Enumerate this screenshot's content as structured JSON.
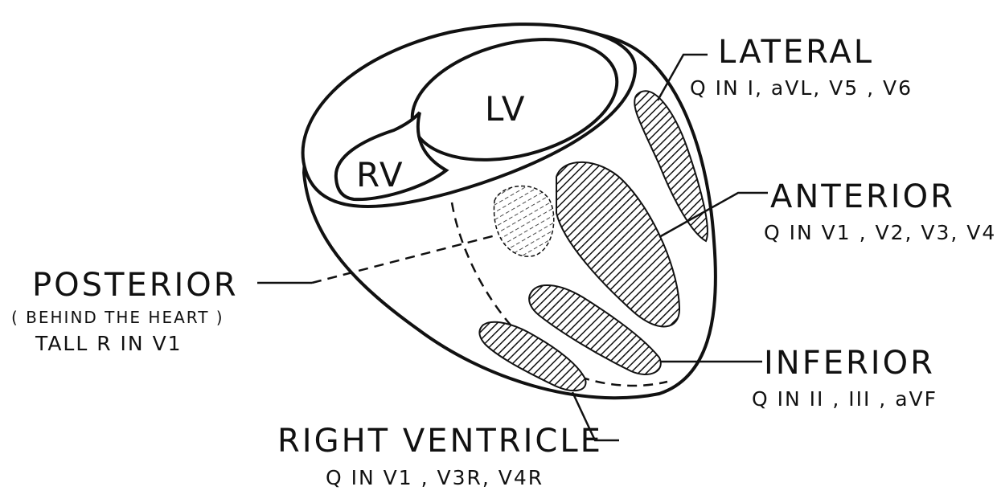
{
  "chambers": {
    "lv": "LV",
    "rv": "RV"
  },
  "regions": {
    "lateral": {
      "name": "LATERAL",
      "leads": "Q IN I, aVL, V5 , V6"
    },
    "anterior": {
      "name": "ANTERIOR",
      "leads": "Q IN V1 , V2, V3, V4"
    },
    "posterior": {
      "name": "POSTERIOR",
      "note": "( BEHIND THE HEART )",
      "leads": "TALL R IN V1"
    },
    "inferior": {
      "name": "INFERIOR",
      "leads": "Q IN II , III , aVF"
    },
    "right_ventricle": {
      "name": "RIGHT VENTRICLE",
      "leads": "Q IN V1 , V3R, V4R"
    }
  },
  "colors": {
    "ink": "#111111",
    "paper": "#ffffff"
  }
}
